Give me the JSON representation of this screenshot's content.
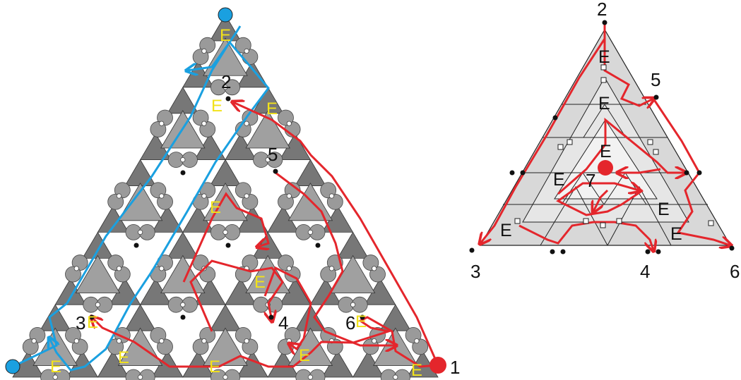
{
  "left_panel": {
    "node_labels": [
      "1",
      "2",
      "3",
      "4",
      "5",
      "6"
    ],
    "exit_marker": "E",
    "colors": {
      "outer_corner": "#777777",
      "inner_tri": "#a0a0a0",
      "node_circle": "#9a9a9a",
      "junction": "#ffffff",
      "blue_path": "#1aa0e0",
      "red_path": "#e4262c",
      "exit_label": "#f2e21a"
    }
  },
  "right_panel": {
    "node_labels": [
      "2",
      "3",
      "4",
      "5",
      "6",
      "7"
    ],
    "exit_marker": "E",
    "colors": {
      "level1": "#d8d8d8",
      "level2": "#e8e8e8",
      "level3": "#f2f2f2",
      "red_path": "#e4262c",
      "center_dot": "#e4262c"
    }
  }
}
